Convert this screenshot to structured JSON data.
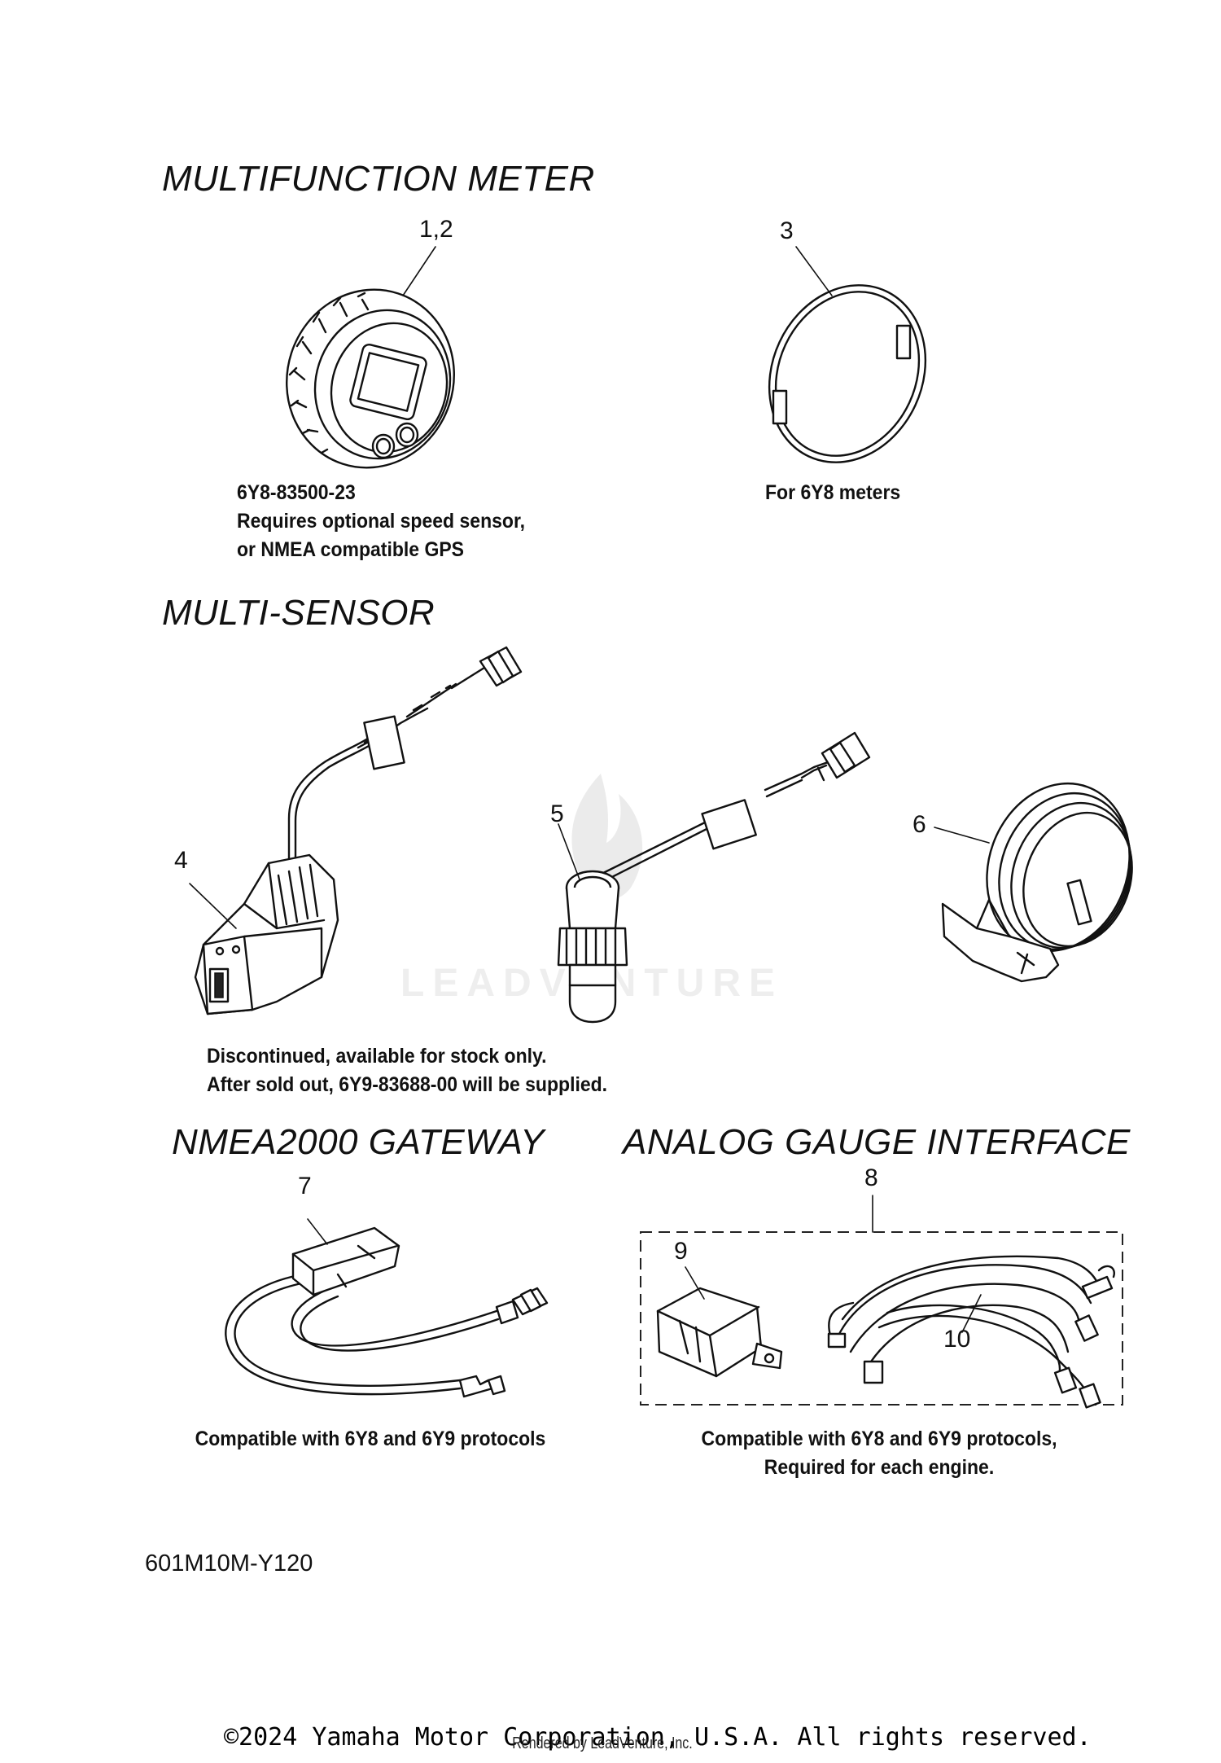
{
  "sections": {
    "multifunction_meter": "MULTIFUNCTION METER",
    "multi_sensor": "MULTI-SENSOR",
    "nmea_gateway": "NMEA2000 GATEWAY",
    "analog_interface": "ANALOG GAUGE INTERFACE"
  },
  "callouts": {
    "c12": "1,2",
    "c3": "3",
    "c4": "4",
    "c5": "5",
    "c6": "6",
    "c7": "7",
    "c8": "8",
    "c9": "9",
    "c10": "10"
  },
  "notes": {
    "meter": [
      "6Y8-83500-23",
      "Requires optional speed sensor,",
      "or NMEA compatible GPS"
    ],
    "ring": [
      "For 6Y8 meters"
    ],
    "sensor": [
      "Discontinued, available for stock only.",
      "After sold out, 6Y9-83688-00 will be supplied."
    ],
    "gateway": [
      "Compatible with 6Y8 and 6Y9 protocols"
    ],
    "interface": [
      "Compatible with 6Y8 and 6Y9 protocols,",
      "Required for each engine."
    ]
  },
  "diagram_code": "601M10M-Y120",
  "watermark": "LEADVENTURE",
  "footer": {
    "copyright": "©2024 Yamaha Motor Corporation, U.S.A. All rights reserved.",
    "rendered_by": "Rendered by LeadVenture, Inc."
  },
  "part_icons": [
    "meter-gauge-icon",
    "mounting-ring-icon",
    "transom-sensor-icon",
    "thru-hull-sensor-icon",
    "wired-sensor-icon",
    "gateway-module-icon",
    "interface-module-icon",
    "wire-harness-icon"
  ]
}
